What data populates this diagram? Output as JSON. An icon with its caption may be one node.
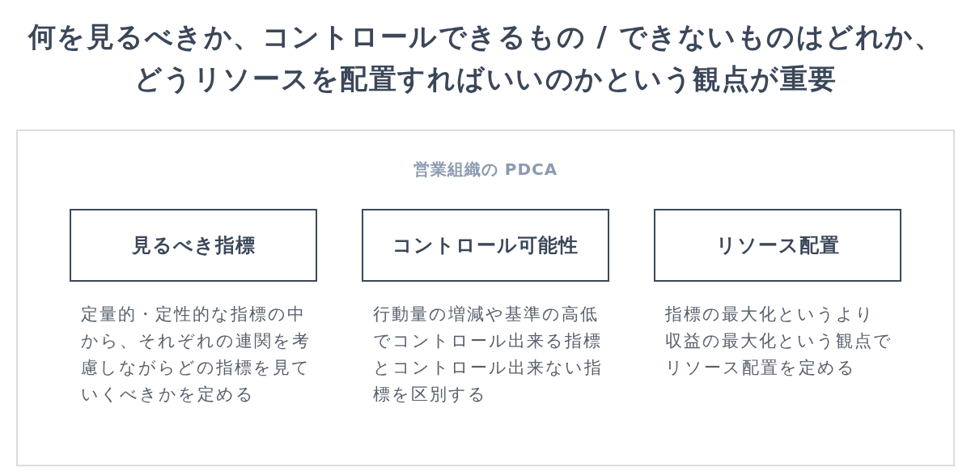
{
  "diagram": {
    "title": "何を見るべきか、コントロールできるもの / できないものはどれか、どうリソースを配置すればいいのかという観点が重要",
    "nodes": [
      {
        "text": [
          "営業組織の PDCA"
        ]
      },
      {
        "text": [
          "見るべき指標"
        ],
        "in": 0,
        "beside": [
          "定量的・定性的な指標の中から、それぞれの連関を考慮しながらどの指標を見ていくべきかを定める"
        ]
      },
      {
        "text": [
          "コントロール可能性"
        ],
        "in": 0,
        "beside": [
          "行動量の増減や基準の高低でコントロール出来る指標とコントロール出来ない指標を区別する"
        ]
      },
      {
        "text": [
          "リソース配置"
        ],
        "in": 0,
        "beside": [
          "指標の最大化というより収益の最大化という観点でリソース配置を定める"
        ]
      }
    ],
    "edges": []
  }
}
